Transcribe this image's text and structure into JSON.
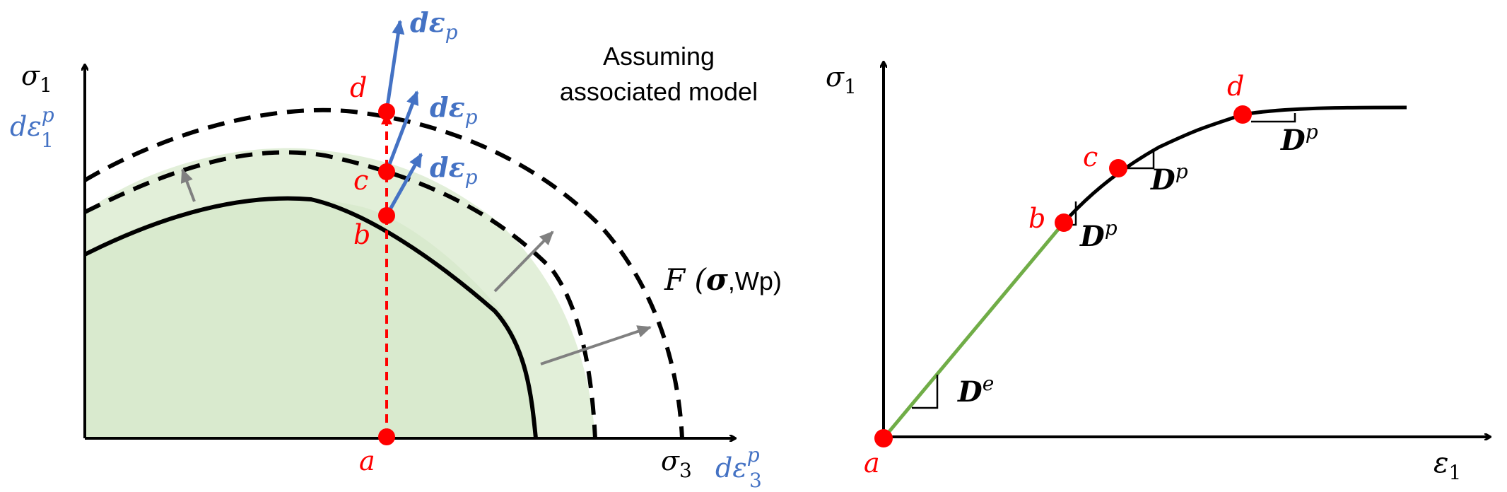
{
  "left_panel": {
    "y_axis_label": "σ",
    "y_axis_sub": "1",
    "x_axis_label": "σ",
    "x_axis_sub": "3",
    "y_strain_label": "dε",
    "y_strain_sup": "p",
    "y_strain_sub": "1",
    "x_strain_label": "dε",
    "x_strain_sup": "p",
    "x_strain_sub": "3",
    "points": [
      "a",
      "b",
      "c",
      "d"
    ],
    "plastic_increment": "dε",
    "plastic_increment_sub": "p",
    "note_line1": "Assuming",
    "note_line2": "associated model",
    "yield_function_main": "F (",
    "yield_function_sigma": "σ",
    "yield_function_rest": ",Wp)"
  },
  "right_panel": {
    "y_axis_label": "σ",
    "y_axis_sub": "1",
    "x_axis_label": "ε",
    "x_axis_sub": "1",
    "points": [
      "a",
      "b",
      "c",
      "d"
    ],
    "elastic_modulus": "D",
    "elastic_sup": "e",
    "plastic_modulus": "D",
    "plastic_sup": "p"
  },
  "colors": {
    "point_red": "#ff0000",
    "strain_blue": "#4472c4",
    "elastic_green": "#70ad47",
    "region_fill": "#e2efd9",
    "arrow_gray": "#808080",
    "curve_black": "#000000"
  }
}
